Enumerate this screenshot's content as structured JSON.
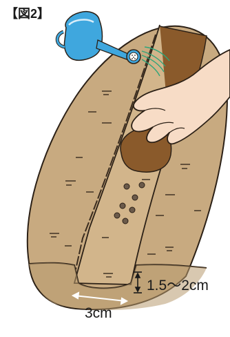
{
  "figure": {
    "title": "【図2】"
  },
  "annotations": {
    "depth": "1.5〜2cm",
    "width": "3cm"
  },
  "colors": {
    "soil": "#c8aa80",
    "soil_dark": "#b89b6f",
    "wet_soil": "#8a5a2b",
    "outline": "#2b2016",
    "skin": "#f7dcc6",
    "can": "#3fa7de",
    "seed": "#6b5a4a"
  },
  "icons": {
    "watering_can": "watering-can-icon",
    "hand": "hand-icon"
  },
  "seed_count": 7
}
